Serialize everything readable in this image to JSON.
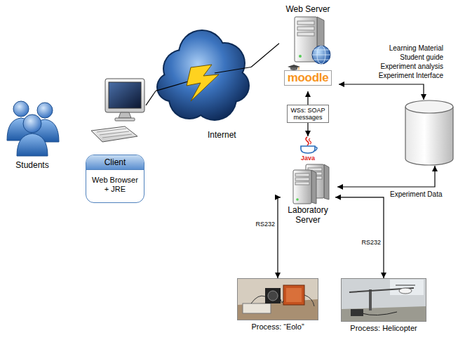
{
  "diagram": {
    "nodes": [
      {
        "text": [
          "Students"
        ]
      },
      {
        "text": [
          "Client",
          "Web Browser + JRE"
        ]
      },
      {
        "text": [
          "Internet"
        ]
      },
      {
        "text": [
          "Web Server",
          "moodle"
        ]
      },
      {
        "text": [
          "Java",
          "Laboratory Server"
        ]
      },
      {
        "text": [
          "Process: “Eolo”"
        ]
      },
      {
        "text": [
          "Process: Helicopter"
        ]
      }
    ],
    "edges": [
      {
        "from": 1,
        "to": 2,
        "arrow": "none"
      },
      {
        "from": 2,
        "to": 3,
        "arrow": "none"
      },
      {
        "from": 3,
        "to": 4,
        "label": "WSs: SOAP messages",
        "arrow": "both"
      },
      {
        "from": 4,
        "to": 5,
        "label": "RS232",
        "arrow": "both"
      },
      {
        "from": 4,
        "to": 6,
        "label": "RS232",
        "arrow": "both"
      }
    ],
    "labels": [
      "Learning Material",
      "Student guide",
      "Experiment analysis",
      "Experiment Interface",
      "Experiment Data"
    ]
  }
}
